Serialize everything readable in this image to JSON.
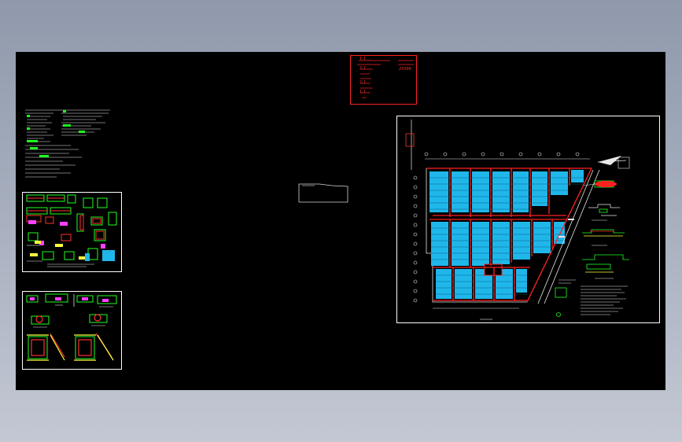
{
  "colors": {
    "background_top": "#8f99ab",
    "background_bottom": "#c3c8d3",
    "model_space": "#000000",
    "frame": "#ffffff",
    "red": "#ff2020",
    "green": "#20ff20",
    "cyan": "#1fb7ea",
    "yellow": "#ffff40",
    "magenta": "#ff40ff"
  },
  "red_table": {
    "left_lines": [
      "1-1 ...",
      "2-1 ...",
      "2-1 ...",
      "1-1 ..."
    ],
    "right_line": "25096"
  }
}
